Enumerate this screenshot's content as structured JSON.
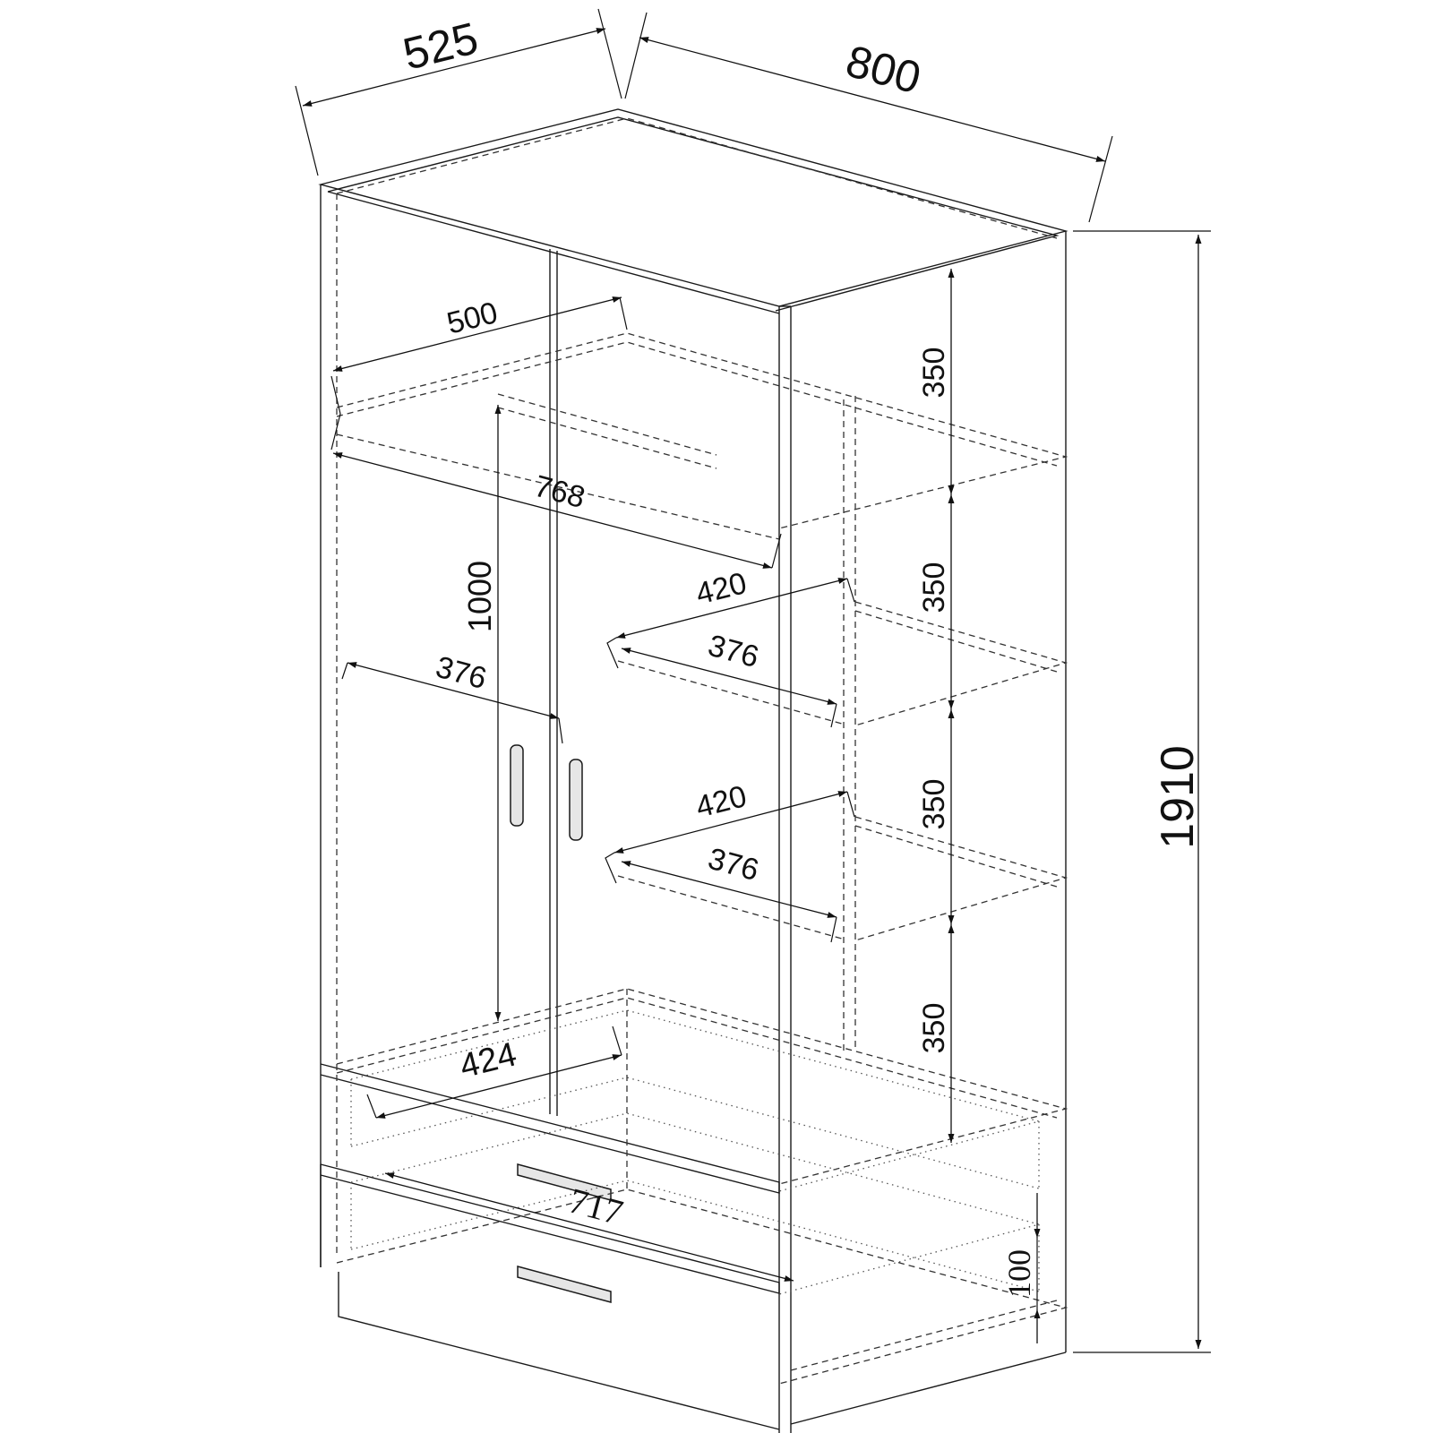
{
  "colors": {
    "line": "#1a1a1a",
    "background": "#ffffff"
  },
  "dimensions": {
    "depth": "525",
    "width": "800",
    "height": "1910",
    "shelf_depth": "500",
    "inner_width": "768",
    "hanging_height": "1000",
    "door_width": "376",
    "shelf_width_1": "420",
    "shelf_depth_1": "376",
    "shelf_width_2": "420",
    "shelf_depth_2": "376",
    "shelf_spacing_1": "350",
    "shelf_spacing_2": "350",
    "shelf_spacing_3": "350",
    "shelf_spacing_4": "350",
    "drawer_depth": "424",
    "drawer_width": "717",
    "plinth_height": "100"
  }
}
